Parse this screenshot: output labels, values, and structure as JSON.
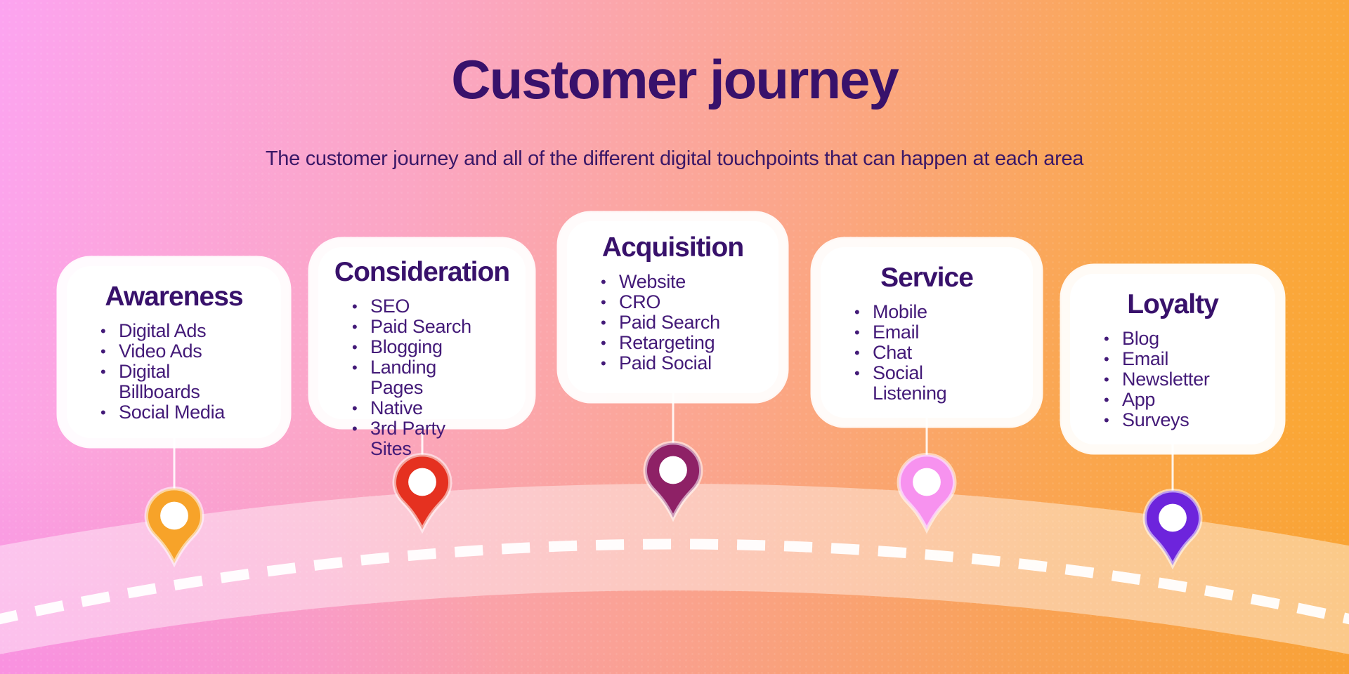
{
  "header": {
    "title": "Customer journey",
    "subtitle": "The customer journey and all of the different digital touchpoints that can happen at each area"
  },
  "colors": {
    "heading_text": "#38116b",
    "body_text": "#431a78",
    "background_left": "#fca4f0",
    "background_right": "#faa72b",
    "road_band": "#ffffff"
  },
  "stages": [
    {
      "title": "Awareness",
      "items": [
        "Digital Ads",
        "Video Ads",
        "Digital Billboards",
        "Social Media"
      ],
      "pin_icon": "map-pin",
      "pin_color": "#f7a329"
    },
    {
      "title": "Consideration",
      "items": [
        "SEO",
        "Paid Search",
        "Blogging",
        "Landing Pages",
        "Native",
        "3rd Party Sites"
      ],
      "pin_icon": "map-pin",
      "pin_color": "#e53120"
    },
    {
      "title": "Acquisition",
      "items": [
        "Website",
        "CRO",
        "Paid Search",
        "Retargeting",
        "Paid Social"
      ],
      "pin_icon": "map-pin",
      "pin_color": "#8e2166"
    },
    {
      "title": "Service",
      "items": [
        "Mobile",
        "Email",
        "Chat",
        "Social Listening"
      ],
      "pin_icon": "map-pin",
      "pin_color": "#f792ef"
    },
    {
      "title": "Loyalty",
      "items": [
        "Blog",
        "Email",
        "Newsletter",
        "App",
        "Surveys"
      ],
      "pin_icon": "map-pin",
      "pin_color": "#6d24dc"
    }
  ]
}
